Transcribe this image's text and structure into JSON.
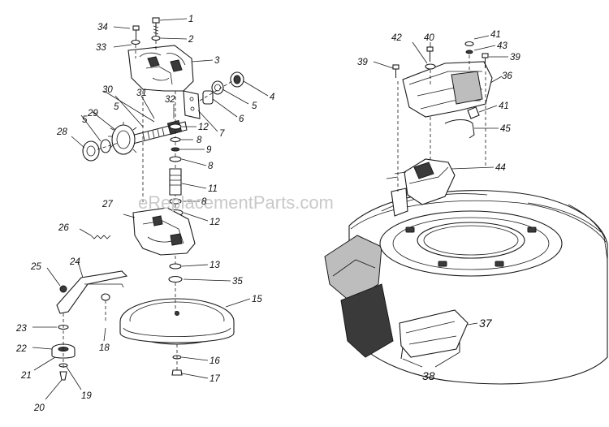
{
  "watermark": "eReplacementParts.com",
  "callouts": [
    {
      "id": "c1",
      "text": "1"
    },
    {
      "id": "c2",
      "text": "2"
    },
    {
      "id": "c3",
      "text": "3"
    },
    {
      "id": "c4",
      "text": "4"
    },
    {
      "id": "c5a",
      "text": "5"
    },
    {
      "id": "c5b",
      "text": "5"
    },
    {
      "id": "c5c",
      "text": "5"
    },
    {
      "id": "c6",
      "text": "6"
    },
    {
      "id": "c7",
      "text": "7"
    },
    {
      "id": "c8a",
      "text": "8"
    },
    {
      "id": "c8b",
      "text": "8"
    },
    {
      "id": "c8c",
      "text": "8"
    },
    {
      "id": "c9",
      "text": "9"
    },
    {
      "id": "c11",
      "text": "11"
    },
    {
      "id": "c12a",
      "text": "12"
    },
    {
      "id": "c12b",
      "text": "12"
    },
    {
      "id": "c13",
      "text": "13"
    },
    {
      "id": "c15",
      "text": "15"
    },
    {
      "id": "c16",
      "text": "16"
    },
    {
      "id": "c17",
      "text": "17"
    },
    {
      "id": "c18",
      "text": "18"
    },
    {
      "id": "c19",
      "text": "19"
    },
    {
      "id": "c20",
      "text": "20"
    },
    {
      "id": "c21",
      "text": "21"
    },
    {
      "id": "c22",
      "text": "22"
    },
    {
      "id": "c23",
      "text": "23"
    },
    {
      "id": "c24",
      "text": "24"
    },
    {
      "id": "c25",
      "text": "25"
    },
    {
      "id": "c26",
      "text": "26"
    },
    {
      "id": "c27",
      "text": "27"
    },
    {
      "id": "c28",
      "text": "28"
    },
    {
      "id": "c29",
      "text": "29"
    },
    {
      "id": "c30",
      "text": "30"
    },
    {
      "id": "c31",
      "text": "31"
    },
    {
      "id": "c32",
      "text": "32"
    },
    {
      "id": "c33",
      "text": "33"
    },
    {
      "id": "c34",
      "text": "34"
    },
    {
      "id": "c35",
      "text": "35"
    },
    {
      "id": "c36",
      "text": "36"
    },
    {
      "id": "c37",
      "text": "37"
    },
    {
      "id": "c38",
      "text": "38"
    },
    {
      "id": "c39a",
      "text": "39"
    },
    {
      "id": "c39b",
      "text": "39"
    },
    {
      "id": "c40",
      "text": "40"
    },
    {
      "id": "c41a",
      "text": "41"
    },
    {
      "id": "c41b",
      "text": "41"
    },
    {
      "id": "c42",
      "text": "42"
    },
    {
      "id": "c43",
      "text": "43"
    },
    {
      "id": "c44",
      "text": "44"
    },
    {
      "id": "c45",
      "text": "45"
    }
  ]
}
